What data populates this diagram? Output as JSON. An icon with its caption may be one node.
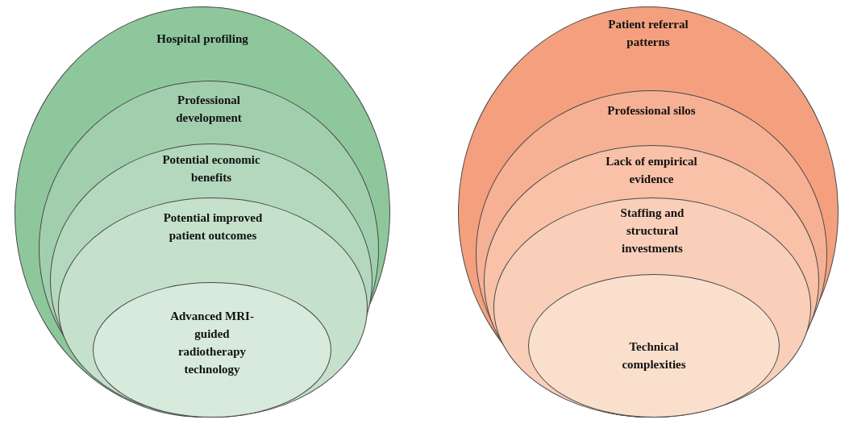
{
  "diagram": {
    "nodes": [
      {
        "text": [
          "Hospital profiling"
        ]
      },
      {
        "text": [
          "Professional development"
        ],
        "in": 0
      },
      {
        "text": [
          "Potential economic benefits"
        ],
        "in": 1
      },
      {
        "text": [
          "Potential improved patient outcomes"
        ],
        "in": 2
      },
      {
        "text": [
          "Advanced MRI-guided radiotherapy technology"
        ],
        "in": 3
      },
      {
        "text": [
          "Patient referral patterns"
        ]
      },
      {
        "text": [
          "Professional silos"
        ],
        "in": 5
      },
      {
        "text": [
          "Lack of empirical evidence"
        ],
        "in": 6
      },
      {
        "text": [
          "Staffing and structural investments"
        ],
        "in": 7
      },
      {
        "text": [
          "Technical complexities"
        ],
        "in": 8
      }
    ]
  }
}
